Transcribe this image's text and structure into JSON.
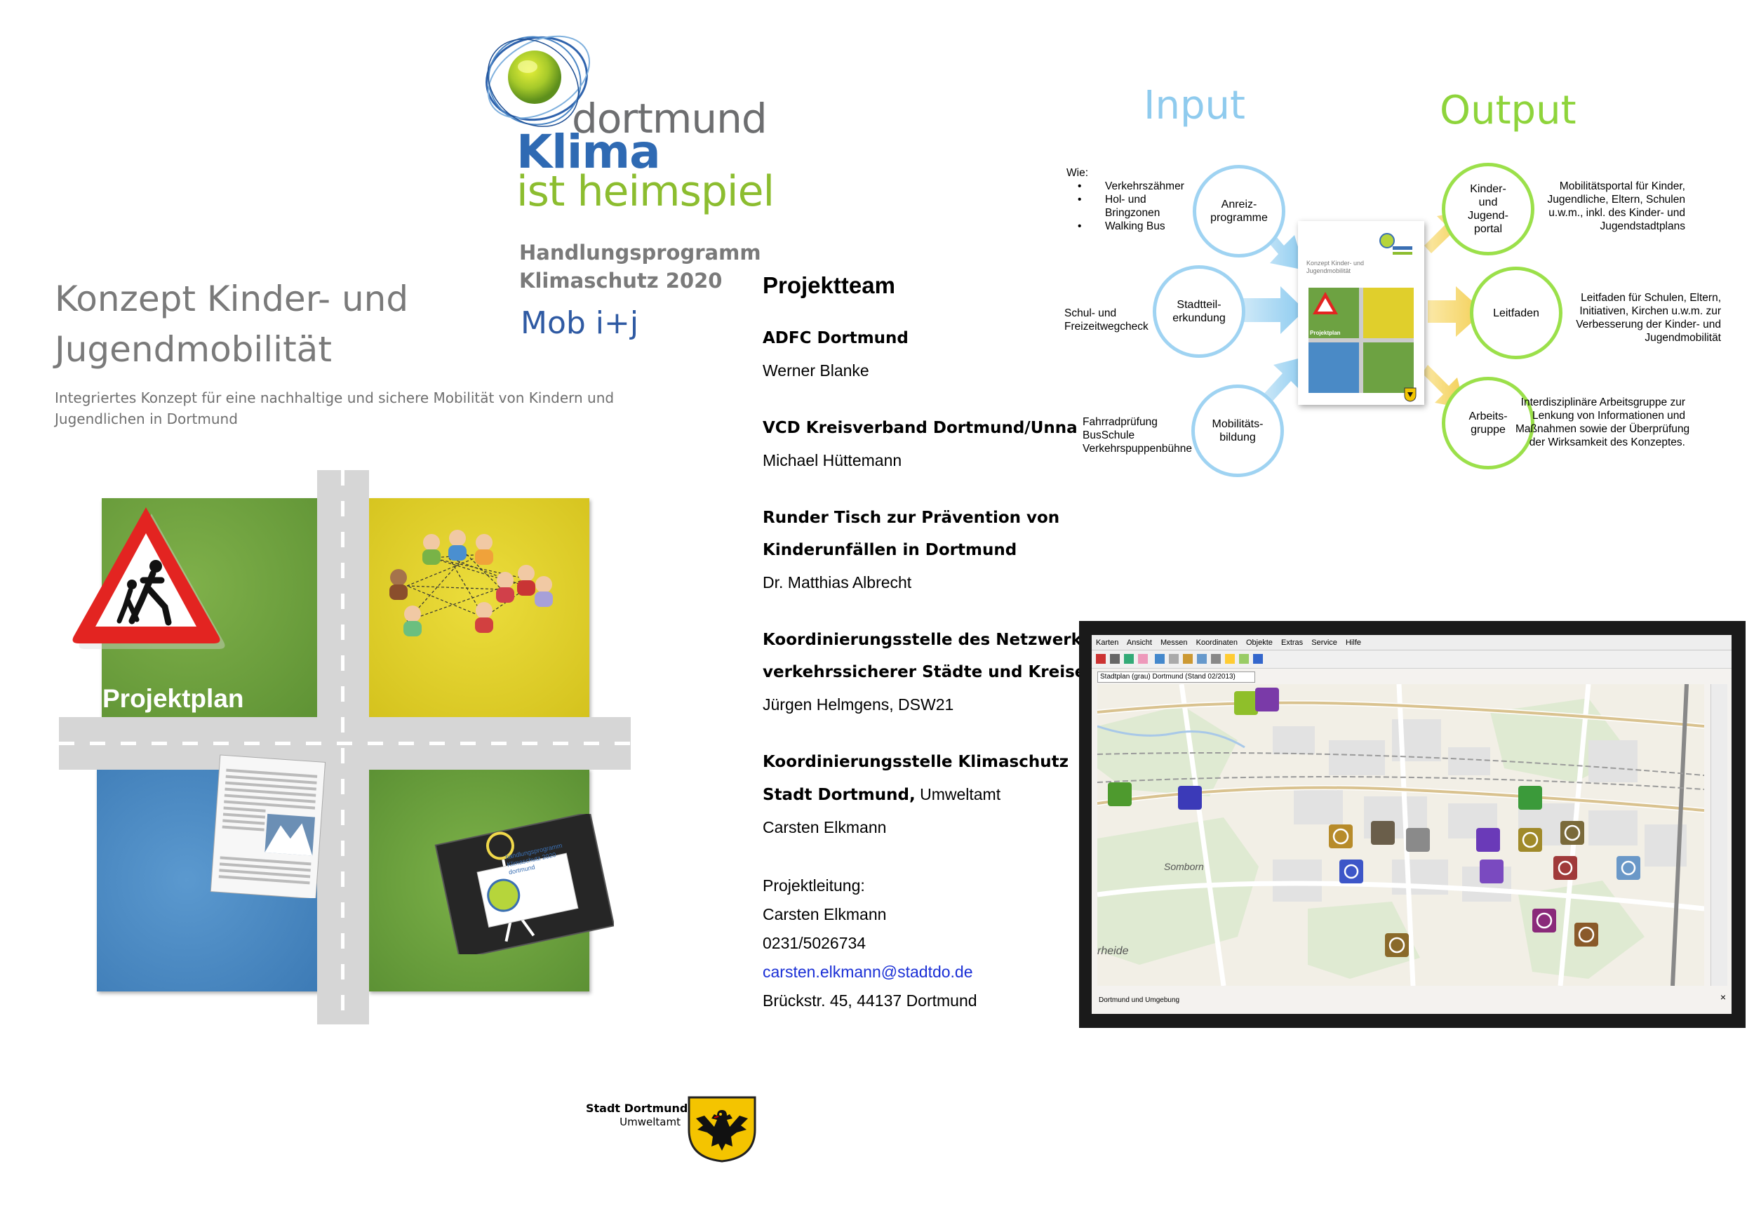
{
  "logo": {
    "line1": "dortmund",
    "line2": "Klima",
    "line3": "ist heimspiel"
  },
  "program": {
    "line1": "Handlungsprogramm",
    "line2": "Klimaschutz 2020",
    "mob": "Mob i+j"
  },
  "cover": {
    "title_line1": "Konzept Kinder- und",
    "title_line2": "Jugendmobilität",
    "subtitle_line1": "Integriertes Konzept für eine nachhaltige und sichere Mobilität von Kindern und",
    "subtitle_line2": "Jugendlichen in Dortmund",
    "projektplan_label": "Projektplan",
    "badge_line1": "handlungsprogramm",
    "badge_line2": "Klimaschutz 2020",
    "badge_line3": "dortmund"
  },
  "team": {
    "heading": "Projektteam",
    "org1": "ADFC Dortmund",
    "person1": "Werner Blanke",
    "org2": "VCD Kreisverband Dortmund/Unna",
    "person2": "Michael Hüttemann",
    "org3_line1": "Runder Tisch zur Prävention von",
    "org3_line2": "Kinderunfällen in Dortmund",
    "person3": "Dr. Matthias Albrecht",
    "org4_line1": "Koordinierungsstelle des Netzwerkes",
    "org4_line2": "verkehrssicherer Städte und Kreise",
    "person4": "Jürgen Helmgens, DSW21",
    "org5_line1": "Koordinierungsstelle Klimaschutz",
    "org5_line2_bold": "Stadt Dortmund,",
    "org5_line2_rest": " Umweltamt",
    "person5": "Carsten Elkmann",
    "lead_label": "Projektleitung:",
    "lead_name": "Carsten Elkmann",
    "lead_phone": "0231/5026734",
    "lead_email": "carsten.elkmann@stadtdo.de",
    "lead_address": "Brückstr. 45, 44137 Dortmund"
  },
  "diagram": {
    "input_title": "Input",
    "output_title": "Output",
    "wie_label": "Wie:",
    "wie_items": [
      "Verkehrszähmer",
      "Hol- und",
      "Bringzonen",
      "Walking Bus"
    ],
    "inputs": [
      {
        "line1": "Anreiz-",
        "line2": "programme"
      },
      {
        "line1": "Stadtteil-",
        "line2": "erkundung"
      },
      {
        "line1": "Mobilitäts-",
        "line2": "bildung"
      }
    ],
    "input_notes": {
      "stadtteil_line1": "Schul- und",
      "stadtteil_line2": "Freizeitwegcheck",
      "mob_line1": "Fahrradprüfung",
      "mob_line2": "BusSchule",
      "mob_line3": "Verkehrspuppenbühne"
    },
    "outputs": [
      {
        "lines": [
          "Kinder-",
          "und",
          "Jugend-",
          "portal"
        ]
      },
      {
        "lines": [
          "Leitfaden"
        ]
      },
      {
        "lines": [
          "Arbeits-",
          "gruppe"
        ]
      }
    ],
    "output_notes": {
      "portal": [
        "Mobilitätsportal für Kinder,",
        "Jugendliche,  Eltern, Schulen",
        "u.w.m., inkl. des Kinder- und",
        "Jugendstadtplans"
      ],
      "leitfaden": [
        "Leitfaden für Schulen, Eltern,",
        "Initiativen, Kirchen u.w.m. zur",
        "Verbesserung der Kinder- und",
        "Jugendmobilität"
      ],
      "gruppe": [
        "Interdisziplinäre Arbeitsgruppe zur",
        "Lenkung von Informationen und",
        "Maßnahmen sowie der Überprüfung",
        "der Wirksamkeit des Konzeptes."
      ]
    },
    "doc_thumb": {
      "title_line1": "Konzept Kinder- und",
      "title_line2": "Jugendmobilität",
      "label": "Projektplan"
    }
  },
  "gis": {
    "menu": [
      "Karten",
      "Ansicht",
      "Messen",
      "Koordinaten",
      "Objekte",
      "Extras",
      "Service",
      "Hilfe"
    ],
    "layer_select": "Stadtplan (grau) Dortmund (Stand 02/2013)",
    "place_label": "Somborn",
    "place_label2": "rheide",
    "status": "Dortmund und Umgebung",
    "close_glyph": "×"
  },
  "footer": {
    "line1": "Stadt Dortmund",
    "line2": "Umweltamt"
  },
  "colors": {
    "input_blue": "#8fcbee",
    "output_green": "#8ed43b",
    "klima_blue": "#2f6ab3",
    "heimspiel_green": "#8cbd2f",
    "link_blue": "#1a2fd6"
  }
}
